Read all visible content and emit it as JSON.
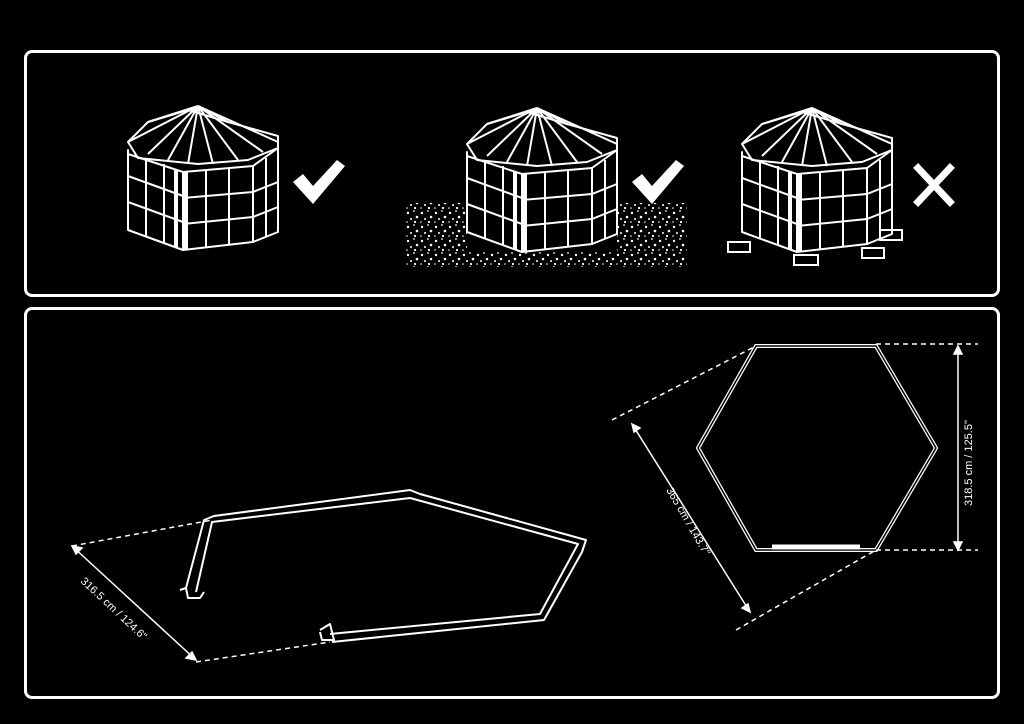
{
  "top_panel": {
    "options": [
      {
        "name": "greenhouse-on-base",
        "mark": "check"
      },
      {
        "name": "greenhouse-on-ground",
        "mark": "check"
      },
      {
        "name": "greenhouse-on-blocks",
        "mark": "cross"
      }
    ]
  },
  "bottom_panel": {
    "base_width_label": "316.5 cm / 124.6\"",
    "diagonal_label": "365 cm / 143.7\"",
    "flat_width_label": "318.5 cm / 125.5\""
  },
  "colors": {
    "background": "#000000",
    "line": "#ffffff"
  }
}
